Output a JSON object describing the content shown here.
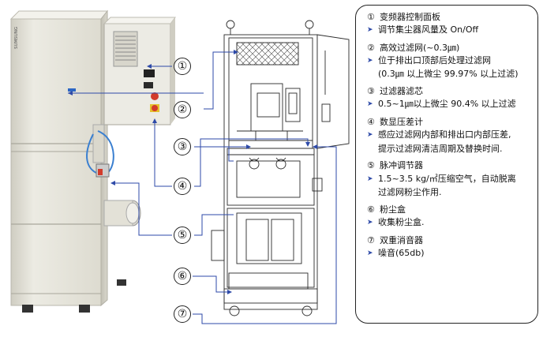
{
  "callouts": [
    "①",
    "②",
    "③",
    "④",
    "⑤",
    "⑥",
    "⑦"
  ],
  "machine_brand": "SUMSUNG",
  "legend": {
    "items": [
      {
        "marker": "①",
        "label": "变频器控制面板",
        "details": [
          {
            "arrow": true,
            "text": "调节集尘器风量及 On/Off"
          }
        ]
      },
      {
        "marker": "②",
        "label": "高效过滤网(~0.3㎛)",
        "details": [
          {
            "arrow": true,
            "text": "位于排出口顶部后处理过滤网"
          },
          {
            "arrow": false,
            "text": "(0.3㎛ 以上微尘 99.97% 以上过滤)"
          }
        ]
      },
      {
        "marker": "③",
        "label": "过滤器滤芯",
        "details": [
          {
            "arrow": true,
            "text": "0.5~1㎛以上微尘 90.4% 以上过滤"
          }
        ]
      },
      {
        "marker": "④",
        "label": "数显压差计",
        "details": [
          {
            "arrow": true,
            "text": "感应过滤网内部和排出口内部压差,"
          },
          {
            "arrow": false,
            "text": "提示过滤网清洁周期及替换时间."
          }
        ]
      },
      {
        "marker": "⑤",
        "label": "脉冲调节器",
        "details": [
          {
            "arrow": true,
            "text": "1.5~3.5 kg/㎡压缩空气，自动脱离"
          },
          {
            "arrow": false,
            "text": "过滤网粉尘作用."
          }
        ]
      },
      {
        "marker": "⑥",
        "label": "粉尘盒",
        "details": [
          {
            "arrow": true,
            "text": "收集粉尘盒."
          }
        ]
      },
      {
        "marker": "⑦",
        "label": "双重消音器",
        "details": [
          {
            "arrow": true,
            "text": "噪音(65db)"
          }
        ]
      }
    ]
  },
  "colors": {
    "cabinet": "#e9e7dc",
    "line": "#2b2b2b",
    "arrow": "#2e4aa8",
    "panel": "#dcdcd4"
  }
}
